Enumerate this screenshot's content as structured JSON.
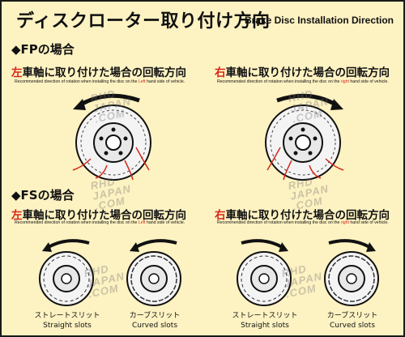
{
  "header": {
    "title": "ディスクローター取り付け方向",
    "title_en": "Brake Disc Installation Direction"
  },
  "fp": {
    "heading": "◆FPの場合",
    "left": {
      "side": "左",
      "label": "車軸に取り付けた場合の回転方向",
      "note_pre": "Recommended direction of rotation when installing the disc on the ",
      "note_side": "Left",
      "note_post": " hand side of vehicle."
    },
    "right": {
      "side": "右",
      "label": "車軸に取り付けた場合の回転方向",
      "note_pre": "Recommended direction of rotation when installing the disc on the ",
      "note_side": "right",
      "note_post": " hand side of vehicle."
    }
  },
  "fs": {
    "heading": "◆FSの場合",
    "left": {
      "side": "左",
      "label": "車軸に取り付けた場合の回転方向",
      "note_pre": "Recommended direction of rotation when installing the disc on the ",
      "note_side": "Left",
      "note_post": " hand side of vehicle."
    },
    "right": {
      "side": "右",
      "label": "車軸に取り付けた場合の回転方向",
      "note_pre": "Recommended direction of rotation when installing the disc on the ",
      "note_side": "right",
      "note_post": " hand side of vehicle."
    }
  },
  "captions": {
    "straight_jp": "ストレートスリット",
    "straight_en": "Straight slots",
    "curved_jp": "カーブスリット",
    "curved_en": "Curved slots"
  },
  "watermark": {
    "line1": "RHD",
    "line2": "JAPAN",
    "line3": ".COM"
  },
  "colors": {
    "background": "#fdf2c2",
    "accent": "#d62718",
    "ink": "#111111"
  }
}
